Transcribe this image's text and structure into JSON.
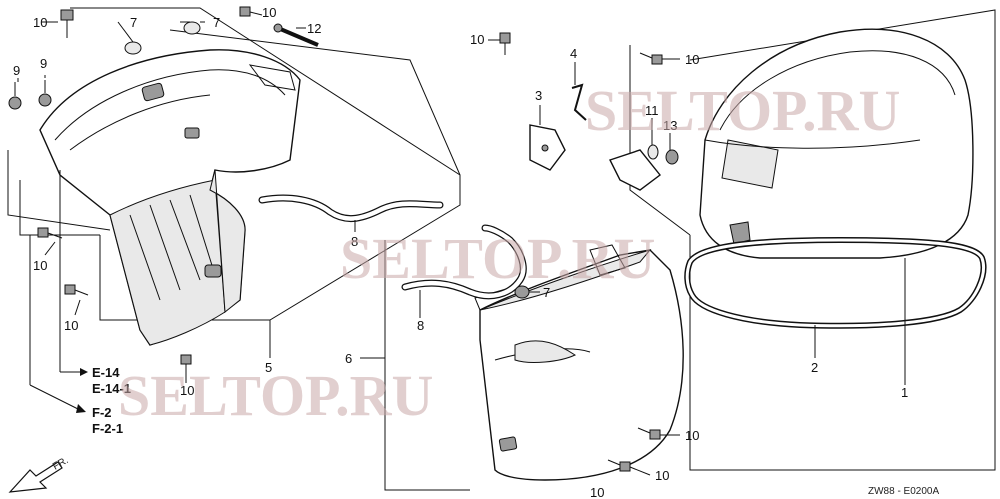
{
  "callouts": {
    "c1": "1",
    "c2": "2",
    "c3": "3",
    "c4": "4",
    "c5": "5",
    "c6": "6",
    "c7a": "7",
    "c7b": "7",
    "c7c": "7",
    "c8a": "8",
    "c8b": "8",
    "c9a": "9",
    "c9b": "9",
    "c10a": "10",
    "c10b": "10",
    "c10c": "10",
    "c10d": "10",
    "c10e": "10",
    "c10f": "10",
    "c10g": "10",
    "c10h": "10",
    "c10i": "10",
    "c10j": "10",
    "c11": "11",
    "c12": "12",
    "c13": "13"
  },
  "refs": {
    "e14": "E-14",
    "e141": "E-14-1",
    "f2": "F-2",
    "f21": "F-2-1"
  },
  "direction_label": "FR.",
  "drawing_code": "ZW88 - E0200A",
  "watermark": "SELTOP.RU"
}
